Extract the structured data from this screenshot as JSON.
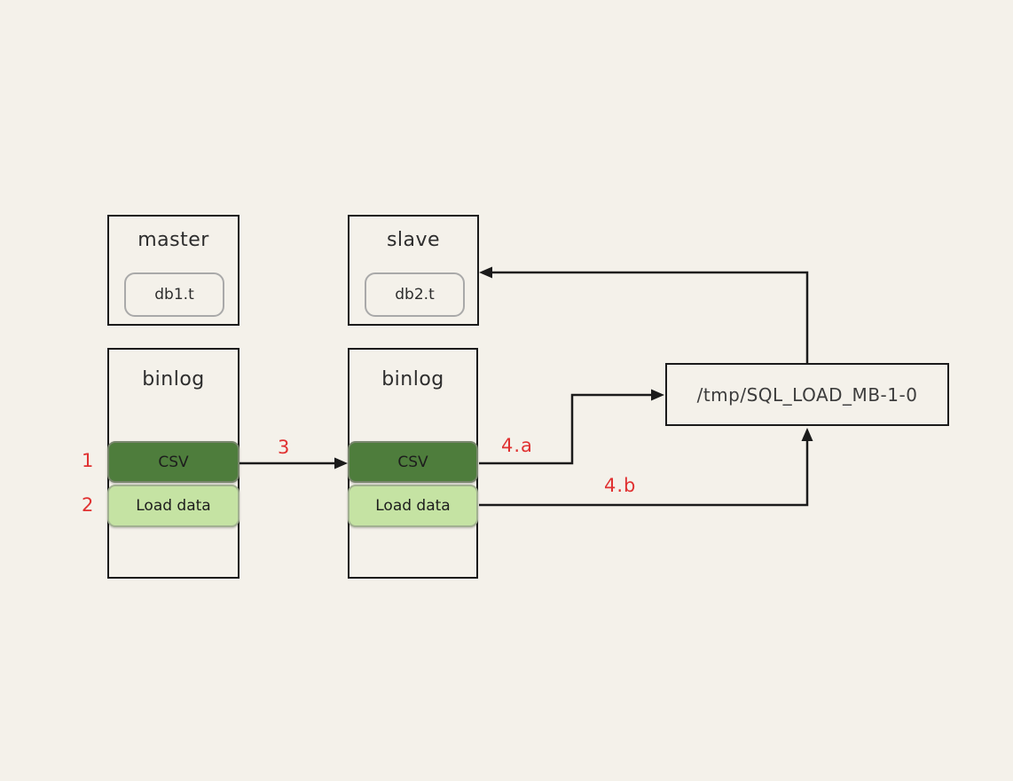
{
  "diagram": {
    "nodes": {
      "master": {
        "title": "master",
        "table": "db1.t"
      },
      "slave": {
        "title": "slave",
        "table": "db2.t"
      },
      "binlog_master": {
        "title": "binlog",
        "events": [
          {
            "label": "CSV"
          },
          {
            "label": "Load data"
          }
        ]
      },
      "binlog_slave": {
        "title": "binlog",
        "events": [
          {
            "label": "CSV"
          },
          {
            "label": "Load data"
          }
        ]
      },
      "tmp_file": {
        "label": "/tmp/SQL_LOAD_MB-1-0"
      }
    },
    "annotations": {
      "step1": "1",
      "step2": "2",
      "step3": "3",
      "step4a": "4.a",
      "step4b": "4.b"
    },
    "arrows": [
      {
        "name": "master-csv-to-slave-csv",
        "label": "3"
      },
      {
        "name": "slave-csv-to-tmp-file",
        "label": "4.a"
      },
      {
        "name": "slave-load-data-to-tmp-file",
        "label": "4.b"
      },
      {
        "name": "tmp-file-to-slave",
        "label": ""
      }
    ],
    "colors": {
      "background": "#f4f1ea",
      "stroke": "#1b1b1b",
      "green_dark": "#4e7d3c",
      "green_light": "#c5e3a3",
      "red": "#e03131"
    }
  }
}
